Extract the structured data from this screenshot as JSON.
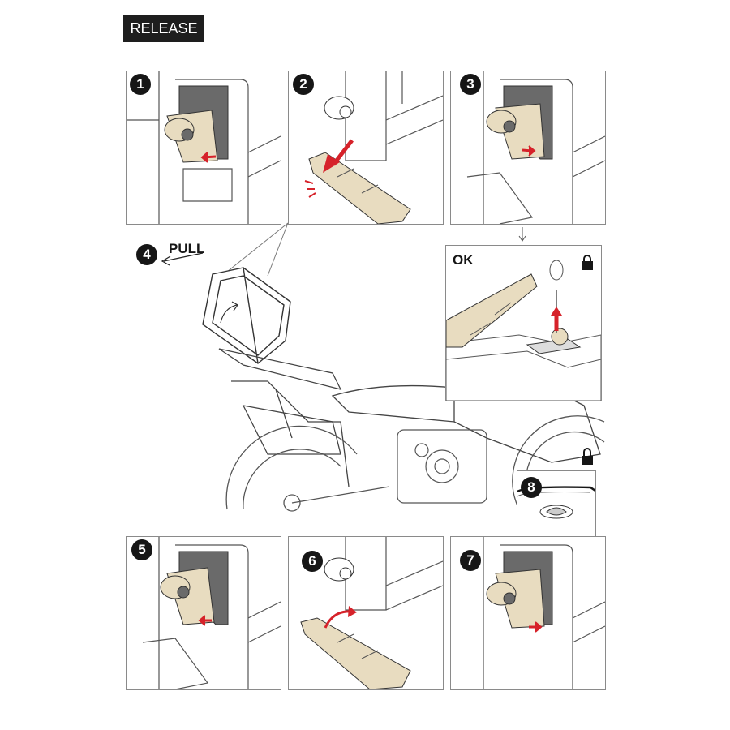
{
  "header": {
    "title": "RELEASE"
  },
  "steps": {
    "s1": "1",
    "s2": "2",
    "s3": "3",
    "s4": "4",
    "s5": "5",
    "s6": "6",
    "s7": "7",
    "s8": "8"
  },
  "labels": {
    "pull": "PULL",
    "ok": "OK"
  },
  "icons": [
    "lock-icon",
    "arrow-icon",
    "key-icon",
    "knob-icon"
  ],
  "colors": {
    "accent": "#d6222a",
    "tan": "#e8dcc0",
    "grey": "#6a6a6a",
    "dark": "#161616"
  }
}
